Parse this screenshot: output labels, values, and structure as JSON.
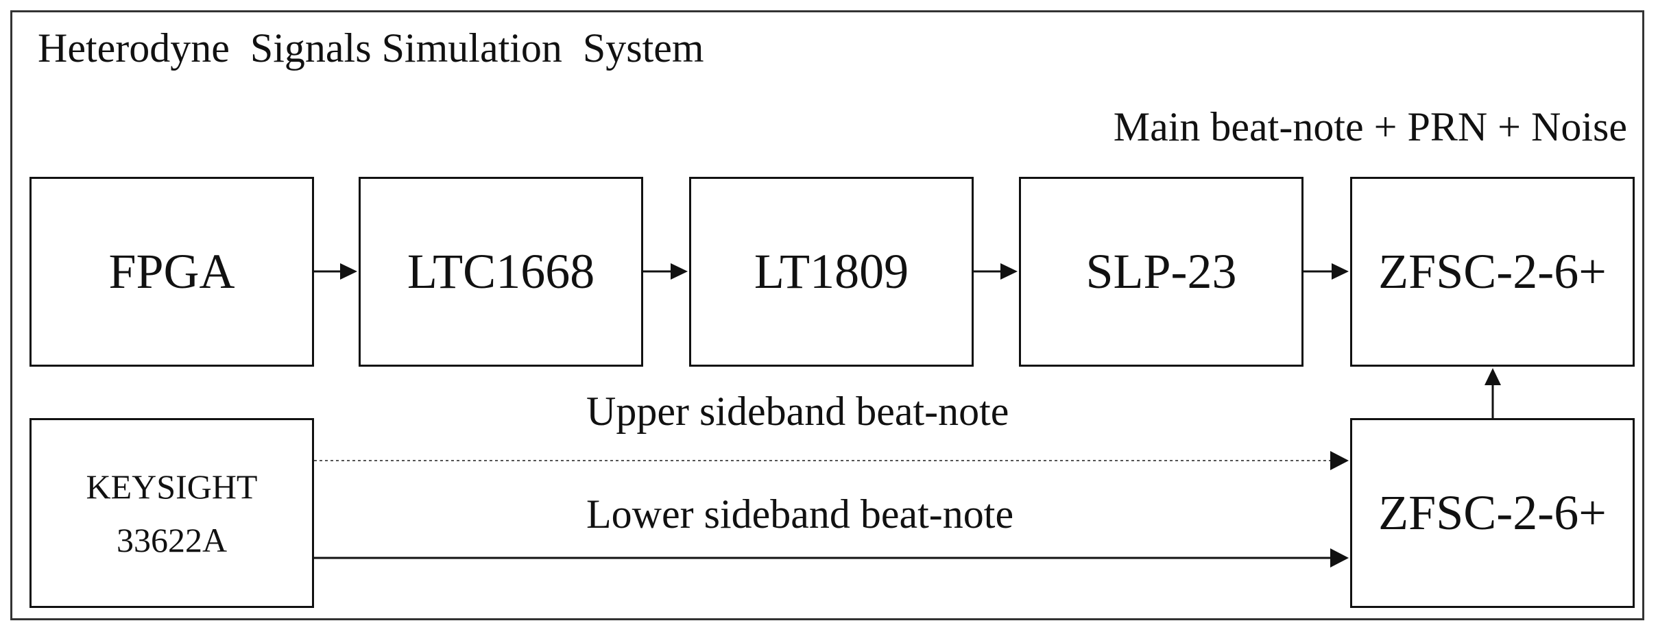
{
  "diagram": {
    "title": "Heterodyne  Signals Simulation  System",
    "blocks": {
      "fpga": "FPGA",
      "ltc1668": "LTC1668",
      "lt1809": "LT1809",
      "slp23": "SLP-23",
      "zfsc_top": "ZFSC-2-6+",
      "keysight_line1": "KEYSIGHT",
      "keysight_line2": "33622A",
      "zfsc_bottom": "ZFSC-2-6+"
    },
    "labels": {
      "main": "Main beat-note + PRN + Noise",
      "upper": "Upper sideband beat-note",
      "lower": "Lower sideband beat-note"
    }
  }
}
